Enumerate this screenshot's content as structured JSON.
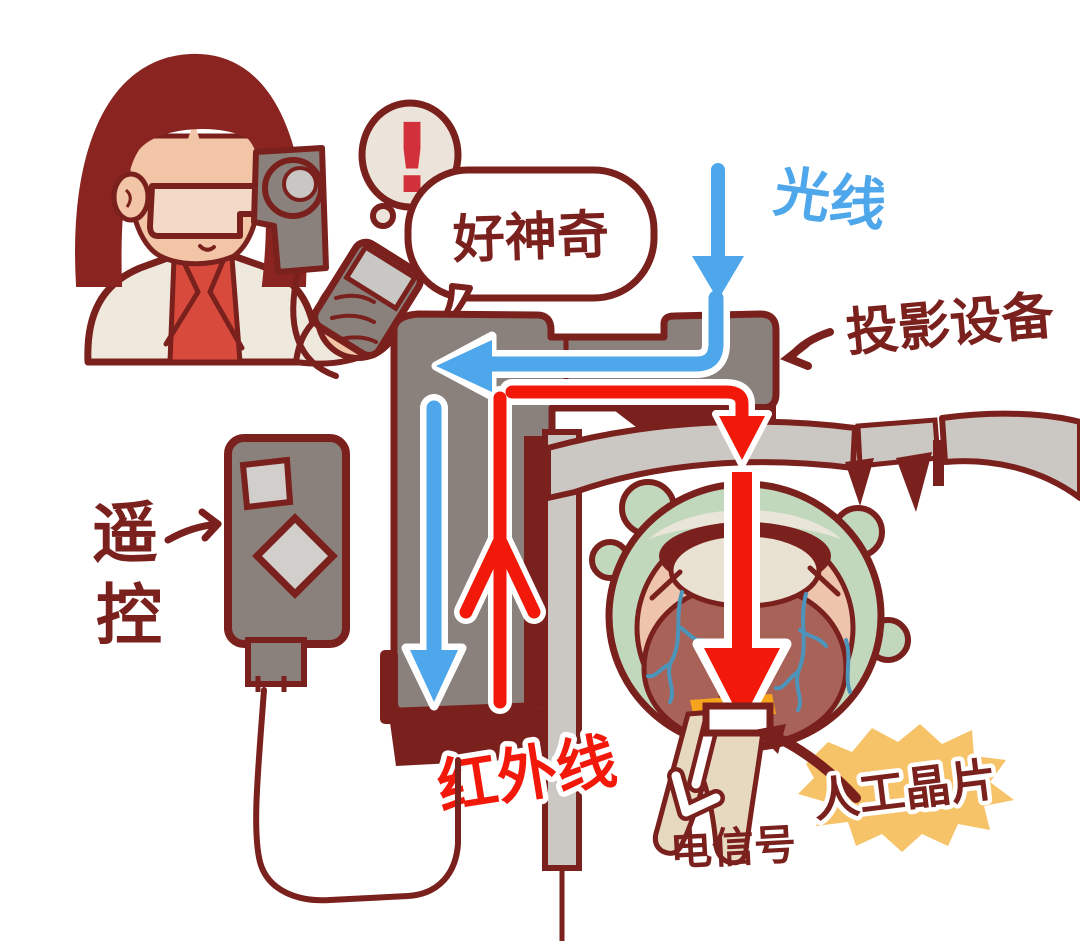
{
  "labels": {
    "exclamation": "!",
    "speech_bubble": "好神奇",
    "light_ray": "光线",
    "projection_device": "投影设备",
    "remote_chars": [
      "遥",
      "控"
    ],
    "infrared": "红外线",
    "artificial_chip": "人工晶片",
    "electrical_signal": "电信号"
  },
  "colors": {
    "outline_maroon": "#7a201d",
    "hair_maroon": "#8a2420",
    "skin": "#f2c5a6",
    "coat_cream": "#efe8dd",
    "shirt_red": "#d84b3c",
    "device_gray": "#8a817c",
    "panel_light_gray": "#cbc7c2",
    "arrow_blue": "#4ea7ea",
    "arrow_red": "#f2190b",
    "eye_sclera_green": "#c2d8bd",
    "eye_ring_pink": "#eec4ac",
    "eye_vitreous": "#a86258",
    "lens_cream": "#e9e1d1",
    "vessel_blue": "#4d94ba",
    "nerve_cream": "#e6d9c0",
    "chip_orange": "#f7a41d",
    "starburst_yellow": "#f6c368",
    "bubble_cream": "#ece4da"
  }
}
